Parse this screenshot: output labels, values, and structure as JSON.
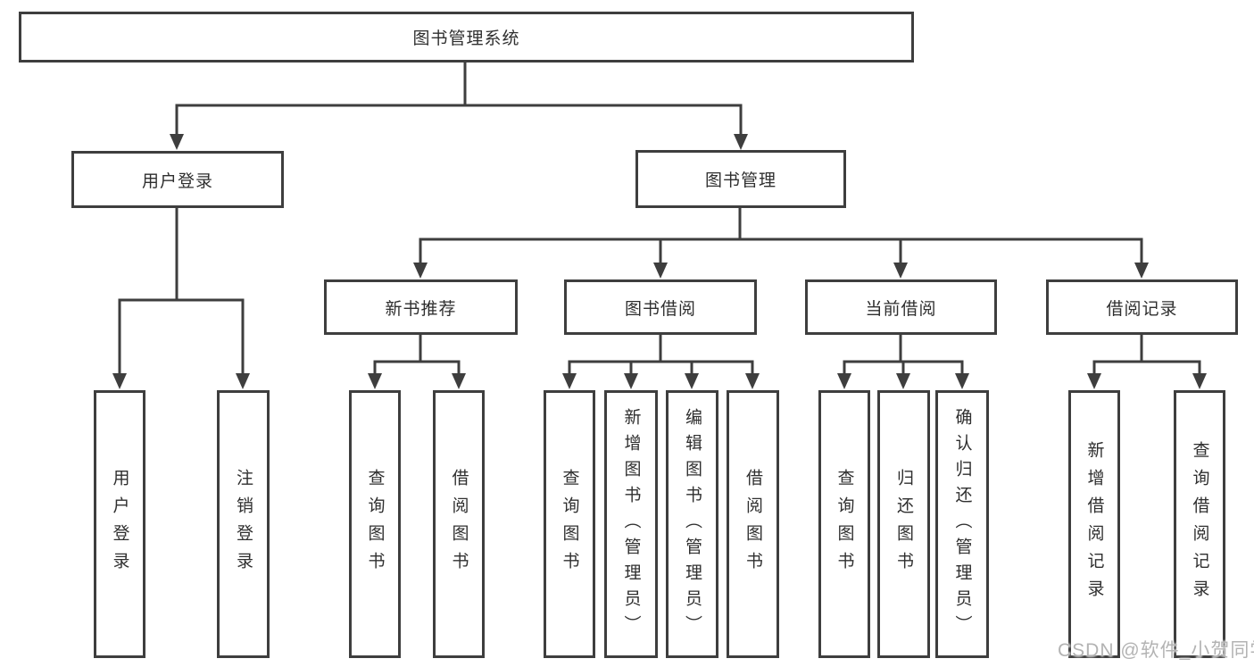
{
  "diagram": {
    "root": {
      "label": "图书管理系统"
    },
    "level2": [
      {
        "label": "用户登录",
        "children": [
          {
            "label": "用户登录"
          },
          {
            "label": "注销登录"
          }
        ]
      },
      {
        "label": "图书管理",
        "children": [
          {
            "label": "新书推荐",
            "children": [
              {
                "label": "查询图书"
              },
              {
                "label": "借阅图书"
              }
            ]
          },
          {
            "label": "图书借阅",
            "children": [
              {
                "label": "查询图书"
              },
              {
                "label": "新增图书（管理员）"
              },
              {
                "label": "编辑图书（管理员）"
              },
              {
                "label": "借阅图书"
              }
            ]
          },
          {
            "label": "当前借阅",
            "children": [
              {
                "label": "查询图书"
              },
              {
                "label": "归还图书"
              },
              {
                "label": "确认归还（管理员）"
              }
            ]
          },
          {
            "label": "借阅记录",
            "children": [
              {
                "label": "新增借阅记录"
              },
              {
                "label": "查询借阅记录"
              }
            ]
          }
        ]
      }
    ]
  },
  "colors": {
    "line": "#3e3e3e",
    "text": "#2f2f2f",
    "watermark": "#b3b3b3",
    "background": "#ffffff"
  },
  "watermark": {
    "text": "CSDN @软件_小贺同学"
  }
}
